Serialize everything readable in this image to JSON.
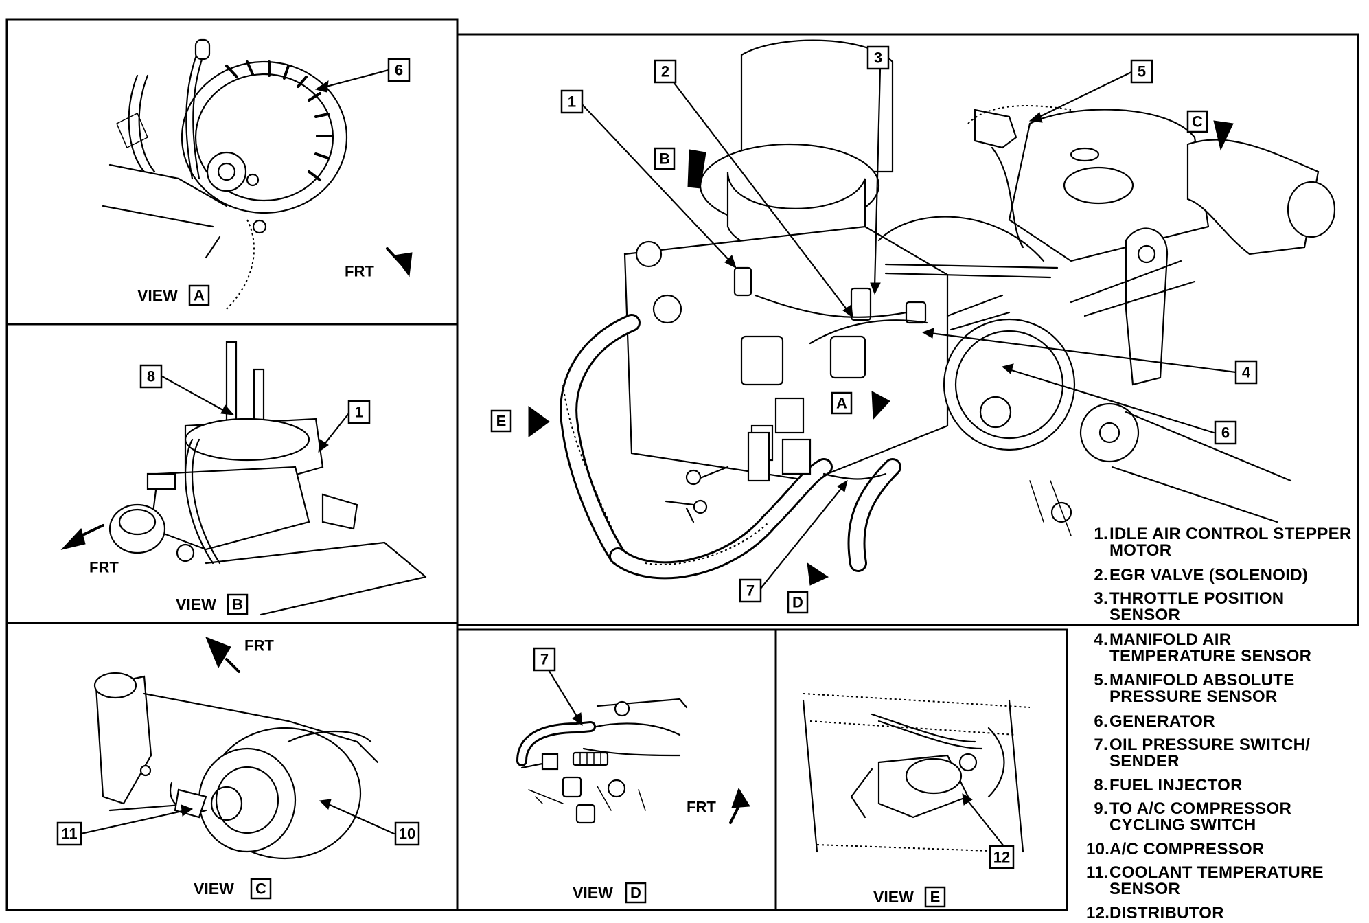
{
  "views": {
    "a": {
      "label": "VIEW",
      "letter": "A",
      "frt": "FRT"
    },
    "b": {
      "label": "VIEW",
      "letter": "B",
      "frt": "FRT"
    },
    "c": {
      "label": "VIEW",
      "letter": "C",
      "frt": "FRT"
    },
    "d": {
      "label": "VIEW",
      "letter": "D",
      "frt": "FRT"
    },
    "e": {
      "label": "VIEW",
      "letter": "E"
    }
  },
  "main_view_markers": [
    "A",
    "B",
    "C",
    "D",
    "E"
  ],
  "callouts": {
    "view_a": [
      "6"
    ],
    "view_b": [
      "8",
      "1"
    ],
    "view_c": [
      "11",
      "10"
    ],
    "view_d": [
      "7"
    ],
    "view_e": [
      "12"
    ],
    "main": [
      "1",
      "2",
      "3",
      "5",
      "4",
      "6",
      "7"
    ]
  },
  "legend": [
    {
      "num": "1.",
      "text": "IDLE AIR CONTROL STEPPER\nMOTOR"
    },
    {
      "num": "2.",
      "text": "EGR VALVE (SOLENOID)"
    },
    {
      "num": "3.",
      "text": "THROTTLE POSITION\nSENSOR"
    },
    {
      "num": "4.",
      "text": "MANIFOLD AIR\nTEMPERATURE SENSOR"
    },
    {
      "num": "5.",
      "text": "MANIFOLD ABSOLUTE\nPRESSURE SENSOR"
    },
    {
      "num": "6.",
      "text": "GENERATOR"
    },
    {
      "num": "7.",
      "text": "OIL PRESSURE SWITCH/\nSENDER"
    },
    {
      "num": "8.",
      "text": "FUEL INJECTOR"
    },
    {
      "num": "9.",
      "text": "TO A/C COMPRESSOR\nCYCLING SWITCH"
    },
    {
      "num": "10.",
      "text": "A/C COMPRESSOR"
    },
    {
      "num": "11.",
      "text": "COOLANT TEMPERATURE\nSENSOR"
    },
    {
      "num": "12.",
      "text": "DISTRIBUTOR"
    }
  ]
}
